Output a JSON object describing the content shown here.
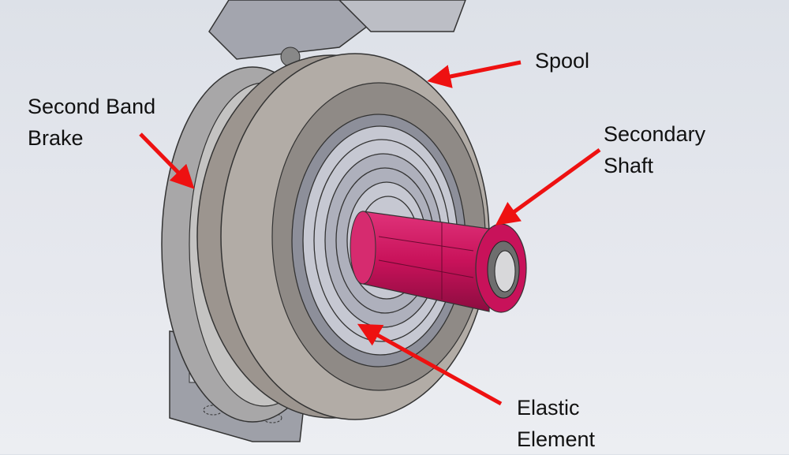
{
  "labels": {
    "spool": "Spool",
    "second_band_brake": [
      "Second Band",
      "Brake"
    ],
    "secondary_shaft": [
      "Secondary",
      "Shaft"
    ],
    "elastic_element": [
      "Elastic",
      "Element"
    ]
  },
  "colors": {
    "arrow": "#ee1111",
    "shaft": "#c8125a",
    "housing": "#a9a49f",
    "bracket": "#9ea0a8",
    "background": "#e2e5eb"
  }
}
